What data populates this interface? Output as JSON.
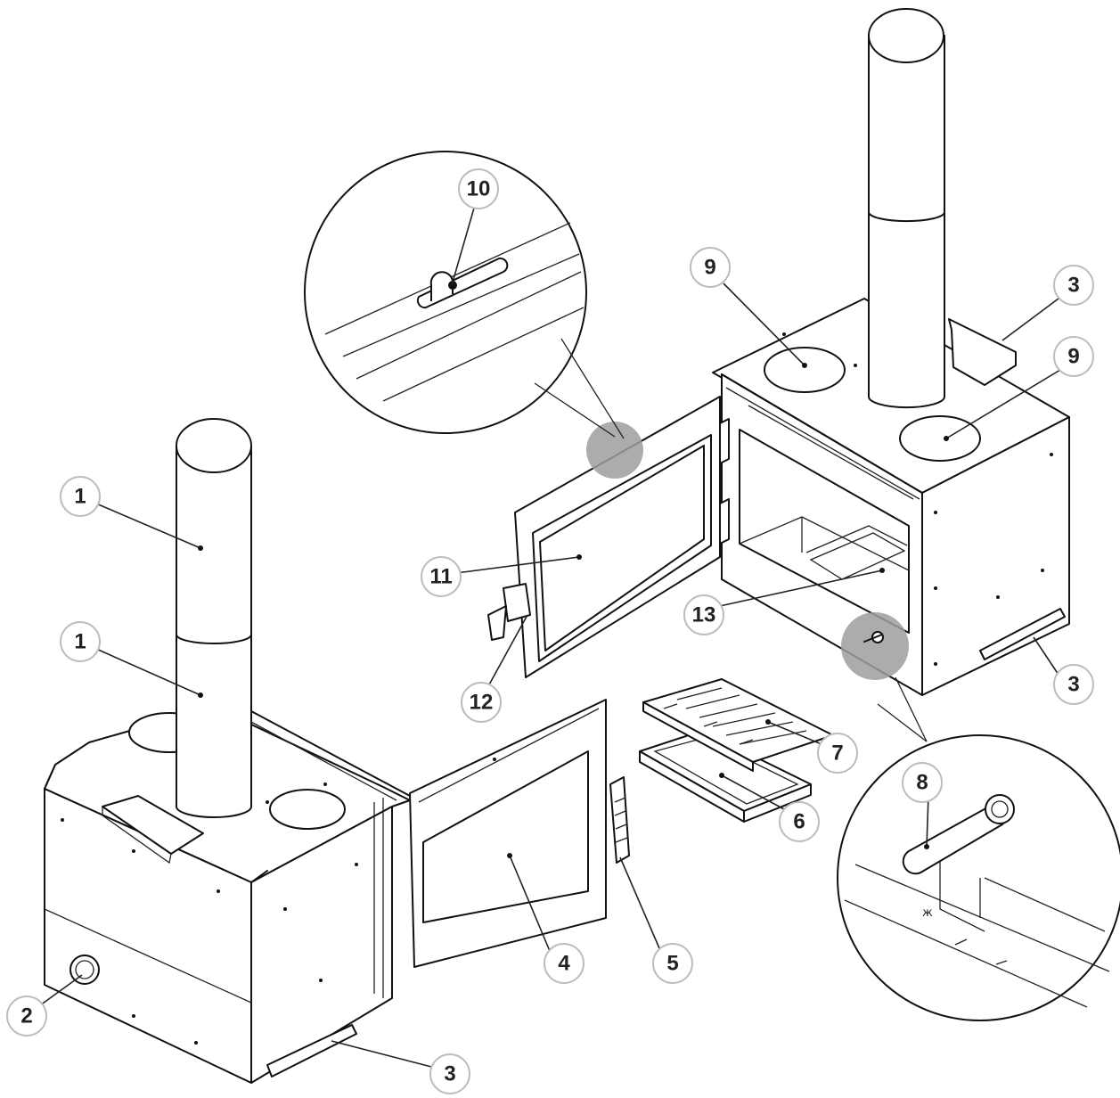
{
  "callouts": [
    {
      "id": "c1a",
      "label": "1"
    },
    {
      "id": "c1b",
      "label": "1"
    },
    {
      "id": "c2",
      "label": "2"
    },
    {
      "id": "c3a",
      "label": "3"
    },
    {
      "id": "c3b",
      "label": "3"
    },
    {
      "id": "c3c",
      "label": "3"
    },
    {
      "id": "c4",
      "label": "4"
    },
    {
      "id": "c5",
      "label": "5"
    },
    {
      "id": "c6",
      "label": "6"
    },
    {
      "id": "c7",
      "label": "7"
    },
    {
      "id": "c8",
      "label": "8"
    },
    {
      "id": "c9a",
      "label": "9"
    },
    {
      "id": "c9b",
      "label": "9"
    },
    {
      "id": "c10",
      "label": "10"
    },
    {
      "id": "c11",
      "label": "11"
    },
    {
      "id": "c12",
      "label": "12"
    },
    {
      "id": "c13",
      "label": "13"
    }
  ],
  "detail_mark": "ж",
  "colors": {
    "line": "#111111",
    "bubble_border": "#bdbdbd",
    "highlight": "#9e9e9e"
  }
}
